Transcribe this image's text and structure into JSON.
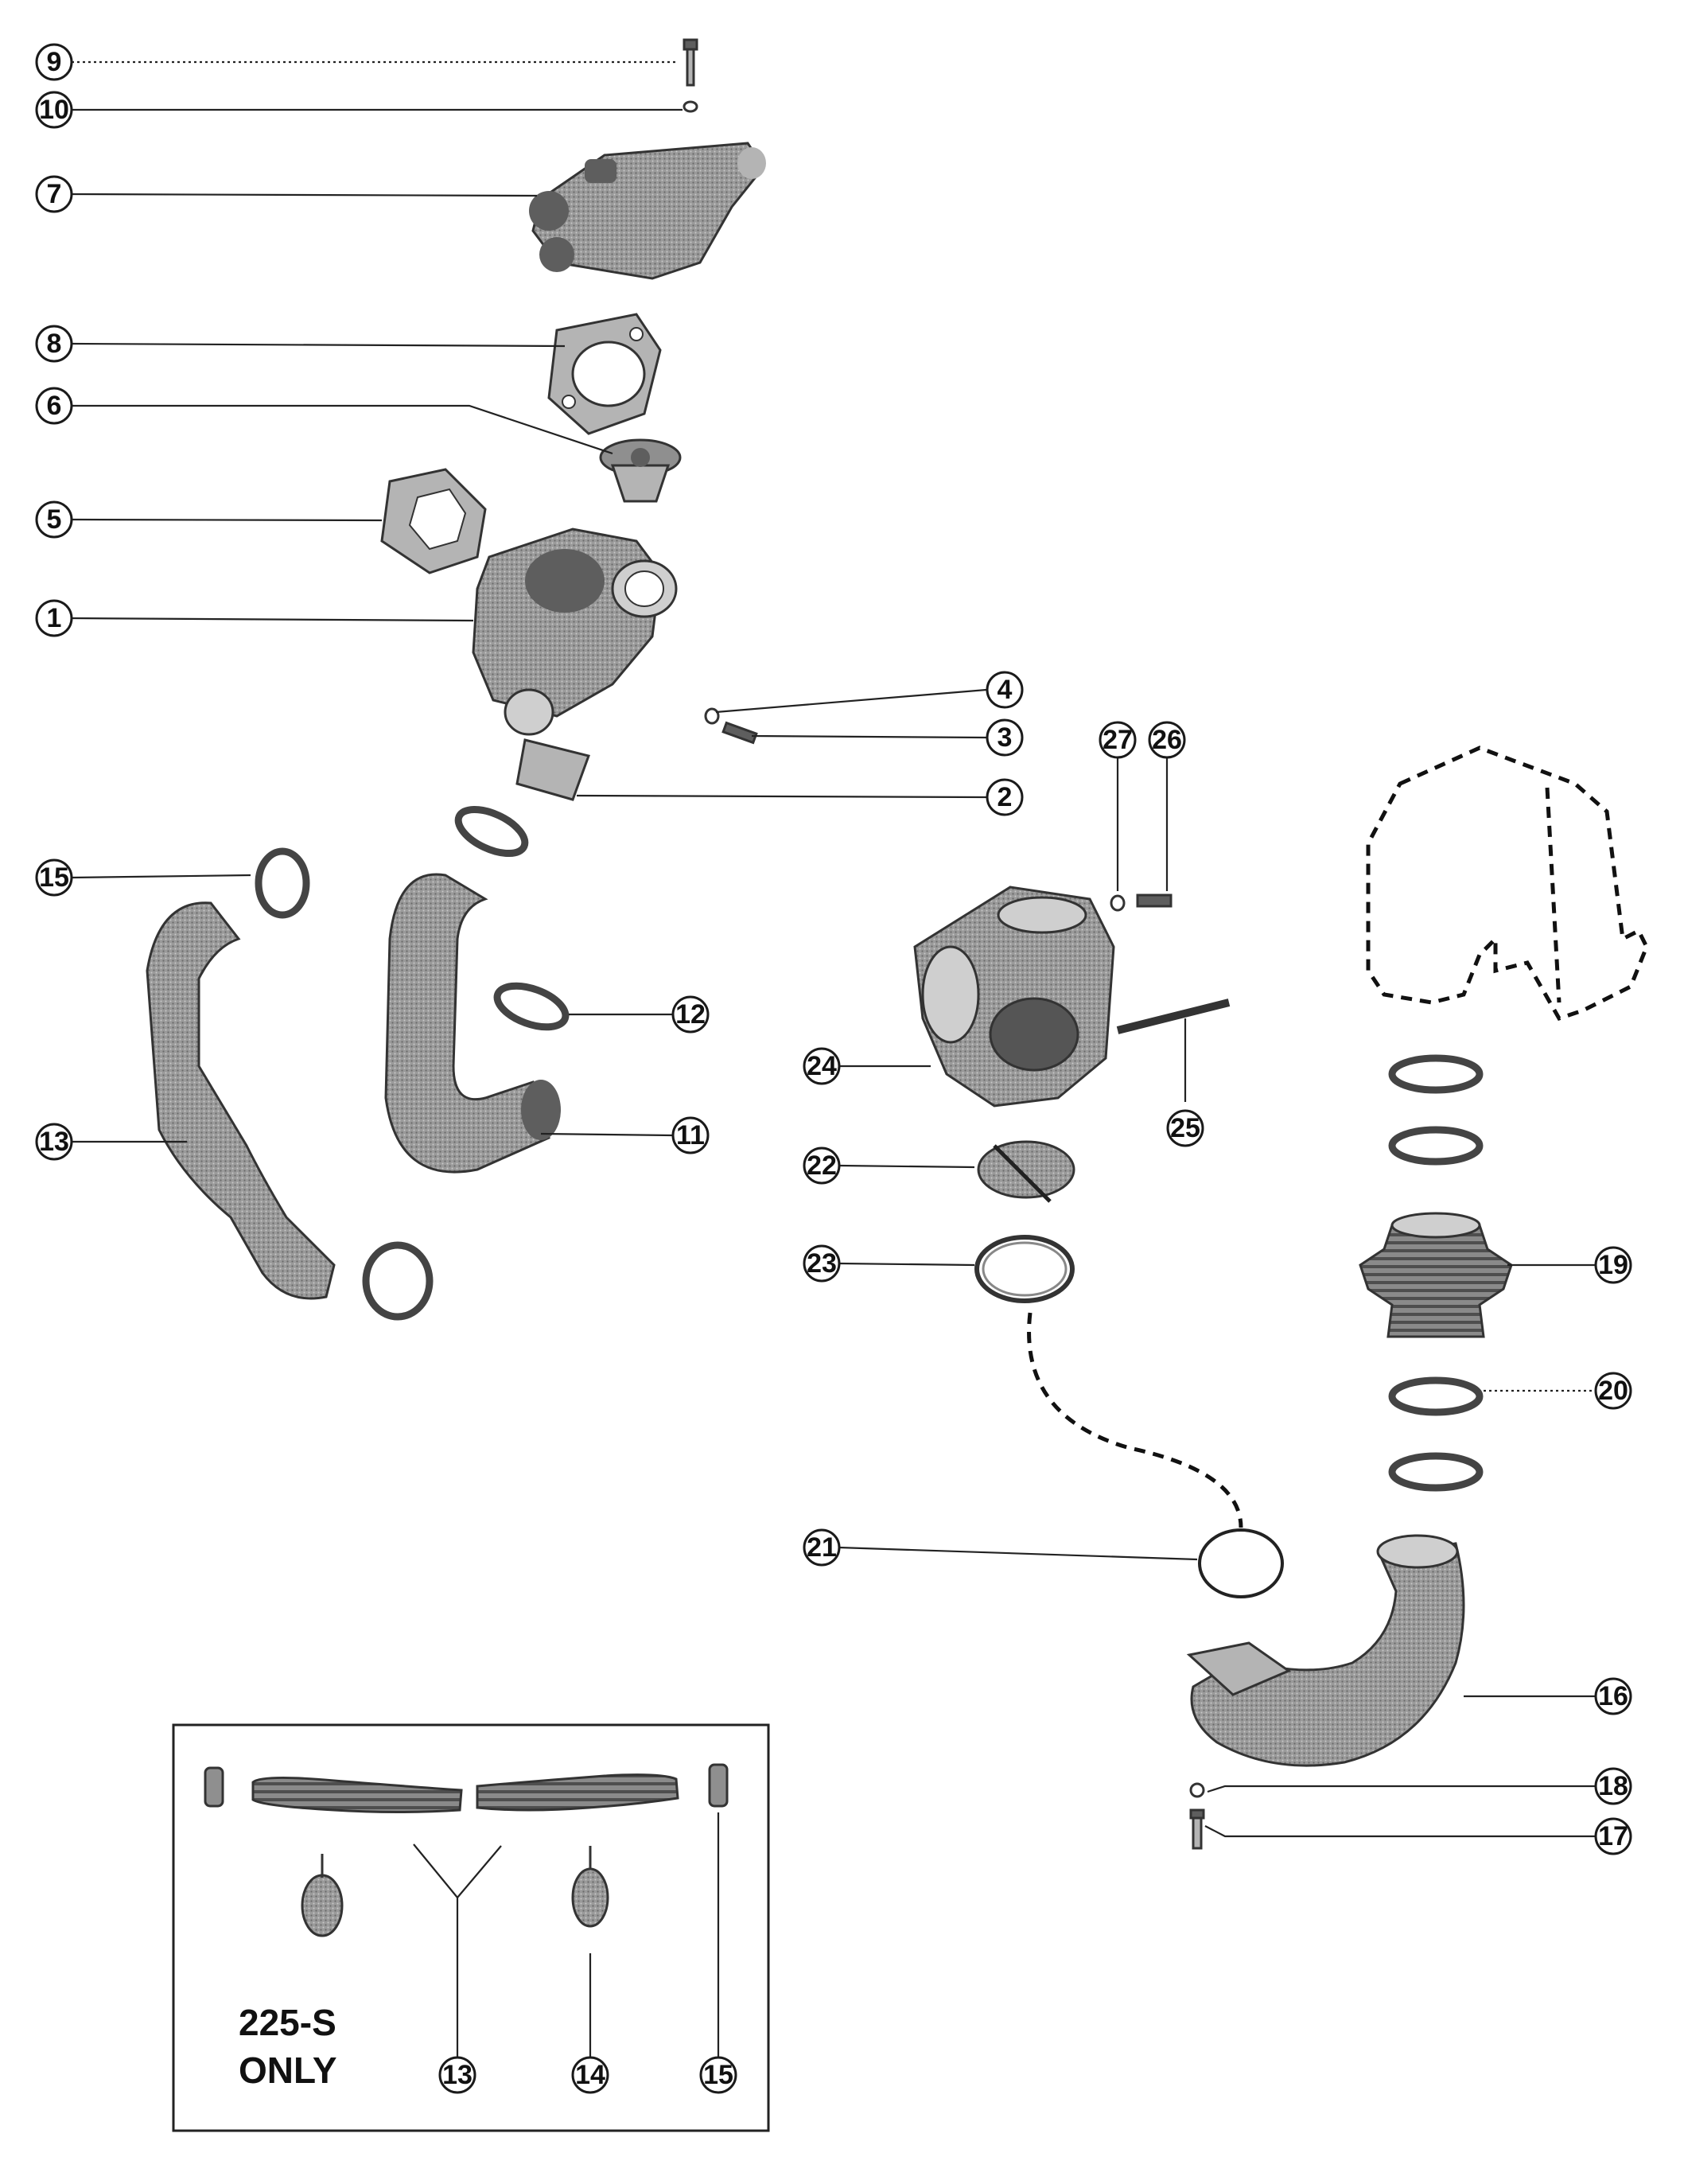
{
  "inset": {
    "line1": "225-S",
    "line2": "ONLY"
  },
  "callouts": {
    "c1": "1",
    "c2": "2",
    "c3": "3",
    "c4": "4",
    "c5": "5",
    "c6": "6",
    "c7": "7",
    "c8": "8",
    "c9": "9",
    "c10": "10",
    "c11": "11",
    "c12": "12",
    "c13": "13",
    "c15": "15",
    "c16": "16",
    "c17": "17",
    "c18": "18",
    "c19": "19",
    "c20": "20",
    "c21": "21",
    "c22": "22",
    "c23": "23",
    "c24": "24",
    "c25": "25",
    "c26": "26",
    "c27": "27",
    "i13": "13",
    "i14": "14",
    "i15": "15"
  }
}
